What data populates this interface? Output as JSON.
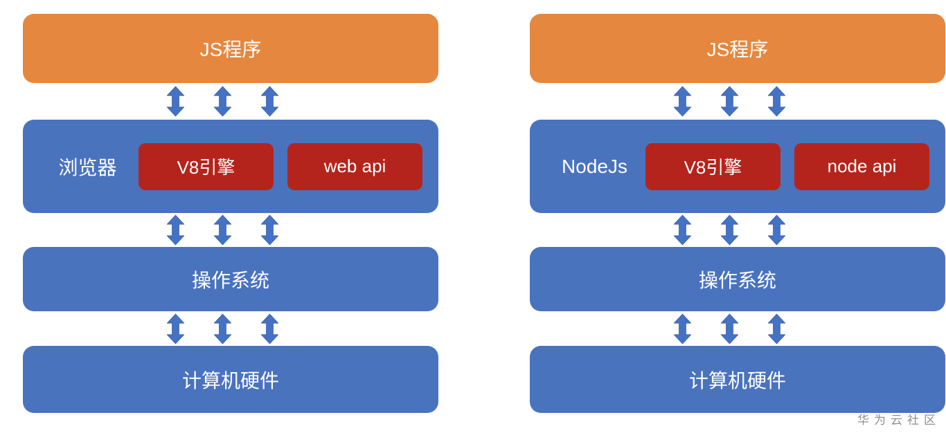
{
  "diagram": {
    "watermark": "华为云社区",
    "colors": {
      "orange": "#E5873E",
      "blue": "#4A73BE",
      "red": "#B5241C",
      "arrow": "#4472C4",
      "arrow_stroke": "#3A62A8",
      "text": "#FFFFFF",
      "watermark_color": "#8F8F8F"
    },
    "columns": [
      {
        "name": "browser-environment",
        "app": "JS程序",
        "runtime": "浏览器",
        "engine": "V8引擎",
        "api": "web api",
        "os": "操作系统",
        "hardware": "计算机硬件"
      },
      {
        "name": "nodejs-environment",
        "app": "JS程序",
        "runtime": "NodeJs",
        "engine": "V8引擎",
        "api": "node api",
        "os": "操作系统",
        "hardware": "计算机硬件"
      }
    ]
  }
}
